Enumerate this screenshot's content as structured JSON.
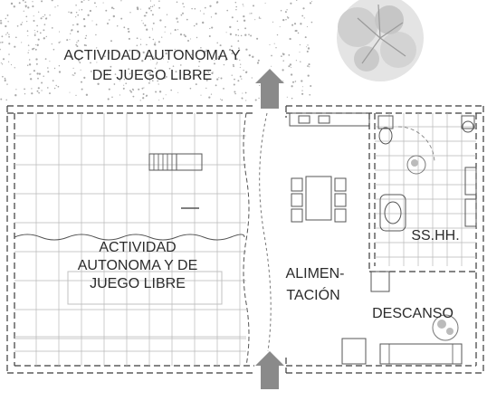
{
  "labels": {
    "top_zone_line1": "ACTIVIDAD AUTONOMA Y",
    "top_zone_line2": "DE JUEGO LIBRE",
    "main_zone_line1": "ACTIVIDAD",
    "main_zone_line2": "AUTONOMA Y DE",
    "main_zone_line3": "JUEGO LIBRE",
    "feeding_line1": "ALIMEN-",
    "feeding_line2": "TACIÓN",
    "restroom": "SS.HH.",
    "rest": "DESCANSO"
  },
  "colors": {
    "arrow": "#8a8a8a",
    "wall": "#3a3a3a",
    "grid": "#b8b8b8",
    "text": "#2b2b2b"
  },
  "icons": [
    "up-arrow-icon",
    "tree-icon",
    "table-icon",
    "chair-icon",
    "toilet-icon",
    "sink-icon",
    "bed-icon",
    "bush-icon"
  ]
}
